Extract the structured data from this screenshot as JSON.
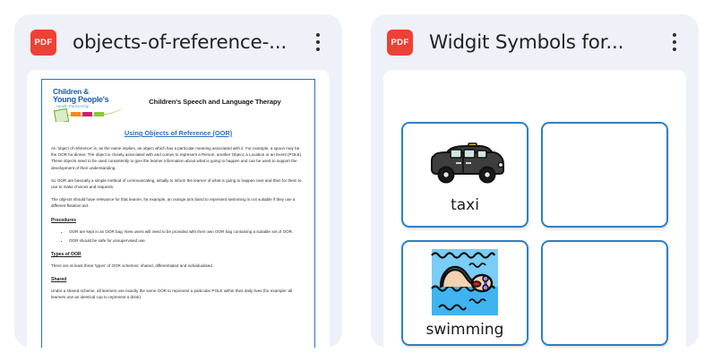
{
  "cards": [
    {
      "file_type_label": "PDF",
      "title": "objects-of-reference-...",
      "menu_icon": "kebab-menu-icon",
      "document": {
        "logo": {
          "line1": "Children &",
          "line2": "Young People's",
          "line3": "Health Partnership"
        },
        "header_title": "Children's Speech and Language Therapy",
        "subtitle": "Using Objects of Reference (OOR)",
        "paragraphs": [
          "An 'object of reference' is, as the name implies, an object which has a particular meaning associated with it. For example, a spoon may be the OOR for dinner. The object is closely associated with and comes to represent a Person, another Object, a Location or an Event (POLE). These objects need to be used consistently to give the learner information about what is going to happen and can be used to support the development of their understanding.",
          "So OOR are basically a simple method of communicating, initially to inform the learner of what is going to happen next and then for them to use to make choices and requests.",
          "The objects should have relevance for that learner, for example, an orange arm band to represent swimming is not suitable if they use a different flotation aid."
        ],
        "procedures_heading": "Procedures",
        "procedures": [
          "OOR are kept in an OOR bag. New users will need to be provided with their own OOR bag containing a suitable set of OOR.",
          "OOR should be safe for unsupervised use."
        ],
        "types_heading": "Types of OOR",
        "types_paragraph": "There are at least three 'types' of OOR schemes: shared, differentiated and individualised.",
        "shared_heading": "Shared",
        "shared_paragraph": "Under a shared scheme, all learners use exactly the same OOR to represent a particular POLE within their daily lives (for example: all learners use an identical cup to represent a drink)."
      }
    },
    {
      "file_type_label": "PDF",
      "title": "Widgit Symbols for...",
      "menu_icon": "kebab-menu-icon",
      "symbols": [
        {
          "name": "taxi",
          "label": "taxi",
          "art": "taxi-symbol"
        },
        {
          "name": "empty-top-right",
          "label": "",
          "art": "empty"
        },
        {
          "name": "swimming",
          "label": "swimming",
          "art": "swimming-symbol"
        },
        {
          "name": "empty-bottom-right",
          "label": "",
          "art": "empty"
        }
      ]
    }
  ],
  "colors": {
    "card_background": "#eef1f7",
    "page_background": "#ffffff",
    "pdf_icon": "#ee4136",
    "title_text": "#1f2125",
    "symbol_border": "#2f7fc4",
    "doc_border": "#2f6fba",
    "doc_link": "#2f6fba"
  }
}
